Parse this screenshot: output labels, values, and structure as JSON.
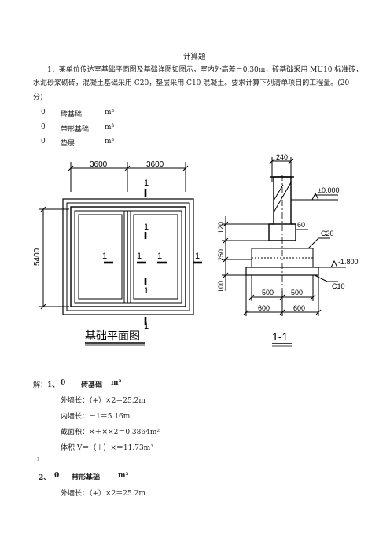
{
  "doc": {
    "title": "计算题",
    "question_line1": "1．某单位传达室基础平面图及基础详图如图示，室内外高差－0.30m，砖基础采用 MU10 标准砖，",
    "question_line2": "水泥砂浆砌砖，混凝土基础采用 C20，垫层采用 C10 混凝土。要求计算下列清单项目的工程量。(20",
    "question_line3": "分)",
    "items": [
      {
        "code": "0",
        "name": "砖基础",
        "unit": "m³"
      },
      {
        "code": "0",
        "name": "带形基础",
        "unit": "m³"
      },
      {
        "code": "0",
        "name": "垫层",
        "unit": "m³"
      }
    ]
  },
  "plan": {
    "dim_3600_left": "3600",
    "dim_3600_right": "3600",
    "dim_5400": "5400",
    "section_mark": "1",
    "caption": "基础平面图"
  },
  "detail": {
    "dim_240": "240",
    "elev_0": "±0.000",
    "dim_120": "120",
    "dim_60": "60",
    "label_c20": "C20",
    "dim_250": "250",
    "elev_neg": "-1.800",
    "dim_100": "100",
    "label_c10": "C10",
    "dim_500_left": "500",
    "dim_500_right": "500",
    "dim_600_left": "600",
    "dim_600_right": "600",
    "caption": "1-1"
  },
  "solution": {
    "prefix": "解：",
    "s1_no": "1、",
    "s1_code": "0",
    "s1_name": "砖基础",
    "s1_unit": "m³",
    "s1_line1": "外墙长：（+）×2＝25.2m",
    "s1_line2": "内墙长：－1＝5.16m",
    "s1_line3": "截面积：×＋××2＝0.3864m²",
    "s1_line4": "体积 V＝（＋）×＝11.73m³",
    "mark": "I",
    "s2_no": "2、",
    "s2_code": "0",
    "s2_name": "带形基础",
    "s2_unit": "m³",
    "s2_line1": "外墙长：（+）×2＝25.2m"
  }
}
